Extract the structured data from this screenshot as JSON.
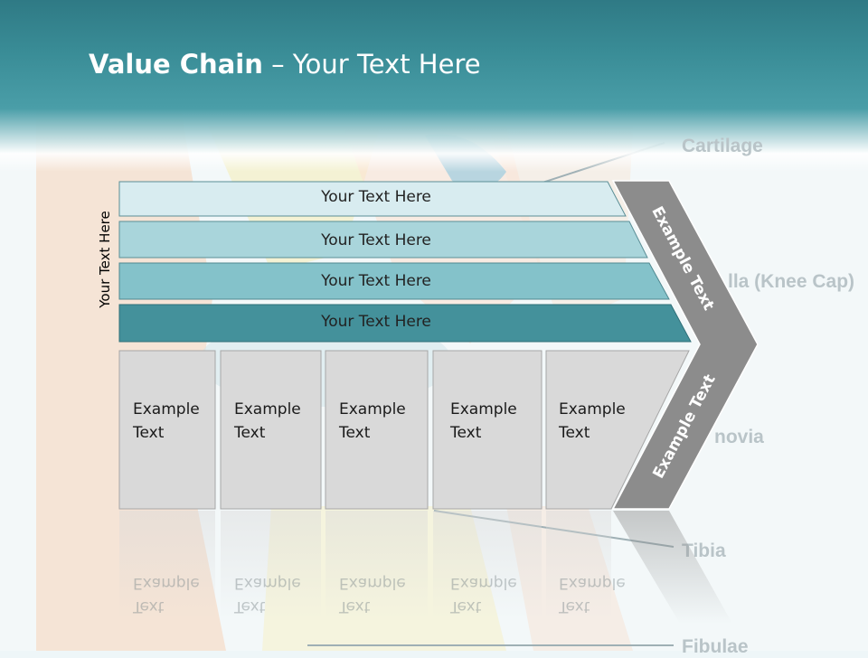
{
  "slide": {
    "title_bold": "Value Chain",
    "title_rest": " – Your Text Here",
    "vertical_label": "Your Text Here"
  },
  "background_labels": [
    "Cartilage",
    "lla (Knee Cap)",
    "novia",
    "Tibia",
    "Fibulae"
  ],
  "bars": [
    "Your Text Here",
    "Your Text Here",
    "Your Text Here",
    "Your Text Here"
  ],
  "cards": [
    {
      "line1": "Example",
      "line2": "Text"
    },
    {
      "line1": "Example",
      "line2": "Text"
    },
    {
      "line1": "Example",
      "line2": "Text"
    },
    {
      "line1": "Example",
      "line2": "Text"
    },
    {
      "line1": "Example",
      "line2": "Text"
    }
  ],
  "chevron": {
    "upper_text": "Example Text",
    "lower_text": "Example Text"
  },
  "colors": {
    "header": "#3a8d97",
    "bar1": "#d8ecf0",
    "bar2": "#a9d5db",
    "bar3": "#84c2ca",
    "bar4": "#44919b",
    "card": "#d9d9d9",
    "chevron": "#8c8c8c"
  }
}
